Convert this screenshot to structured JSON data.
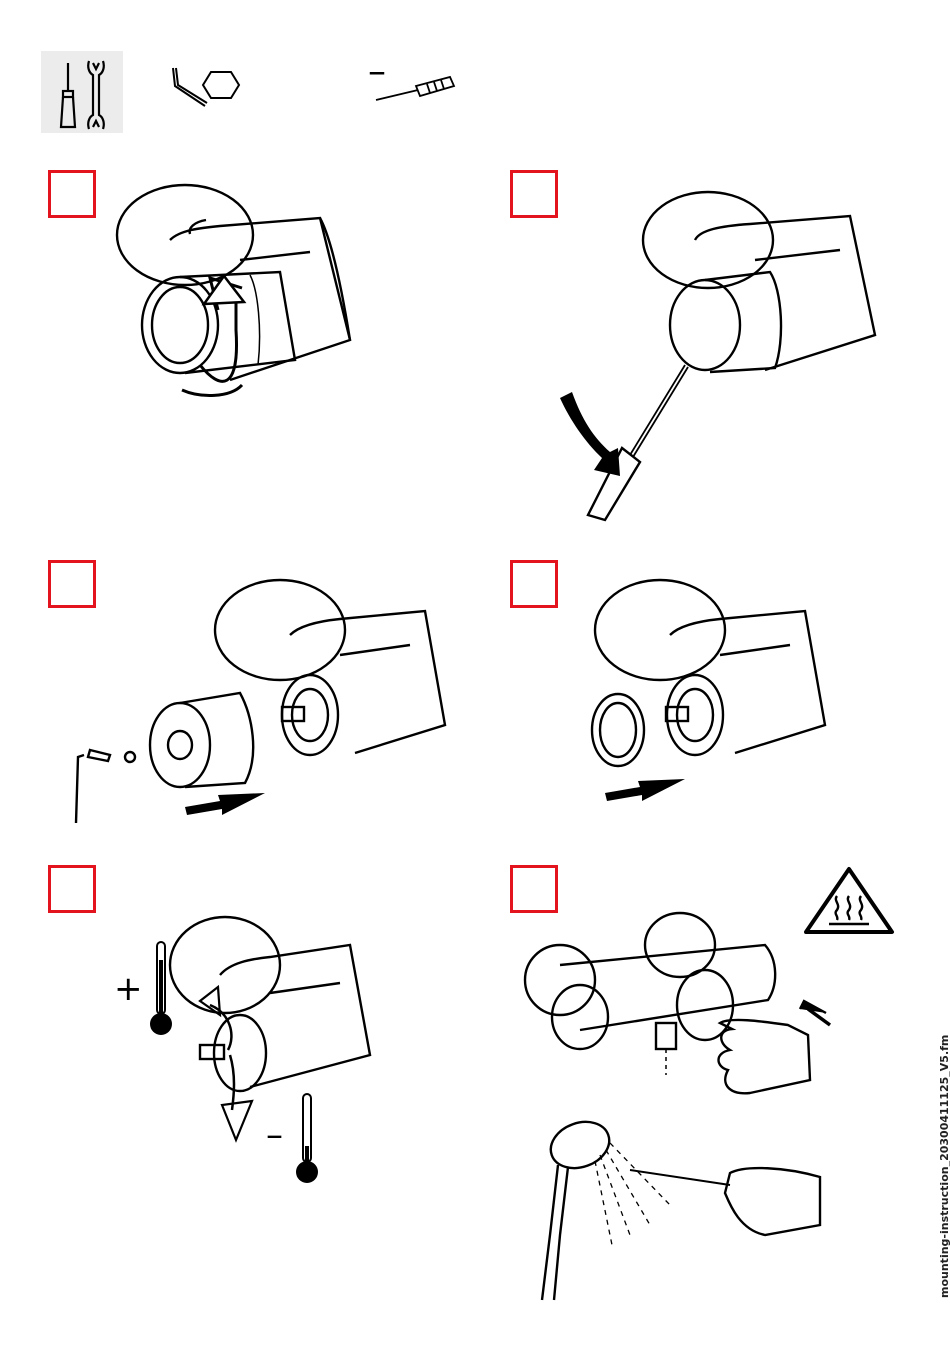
{
  "tools": {
    "tool_icon": "screwdriver-wrench-icon",
    "hex_key_icon": "hex-key-icon",
    "flat_screwdriver_sign": "–",
    "flat_screwdriver_icon": "flat-screwdriver-icon"
  },
  "steps": [
    {
      "number": "",
      "illustration": "rotate-handle-to-stop"
    },
    {
      "number": "",
      "illustration": "pry-off-cap-with-screwdriver"
    },
    {
      "number": "",
      "illustration": "remove-screw-and-handle"
    },
    {
      "number": "",
      "illustration": "remove-stop-ring"
    },
    {
      "number": "",
      "illustration": "adjust-temperature-spindle"
    },
    {
      "number": "",
      "illustration": "check-water-temperature"
    }
  ],
  "temperature": {
    "plus_sign": "+",
    "minus_sign": "–"
  },
  "warning": {
    "icon": "hot-surface-warning-icon"
  },
  "footer": {
    "file_name": "mounting-instruction_20300411125_V5.fm"
  },
  "colors": {
    "step_box_border": "#e3141e",
    "tool_bg": "#ececec",
    "line": "#000000"
  }
}
